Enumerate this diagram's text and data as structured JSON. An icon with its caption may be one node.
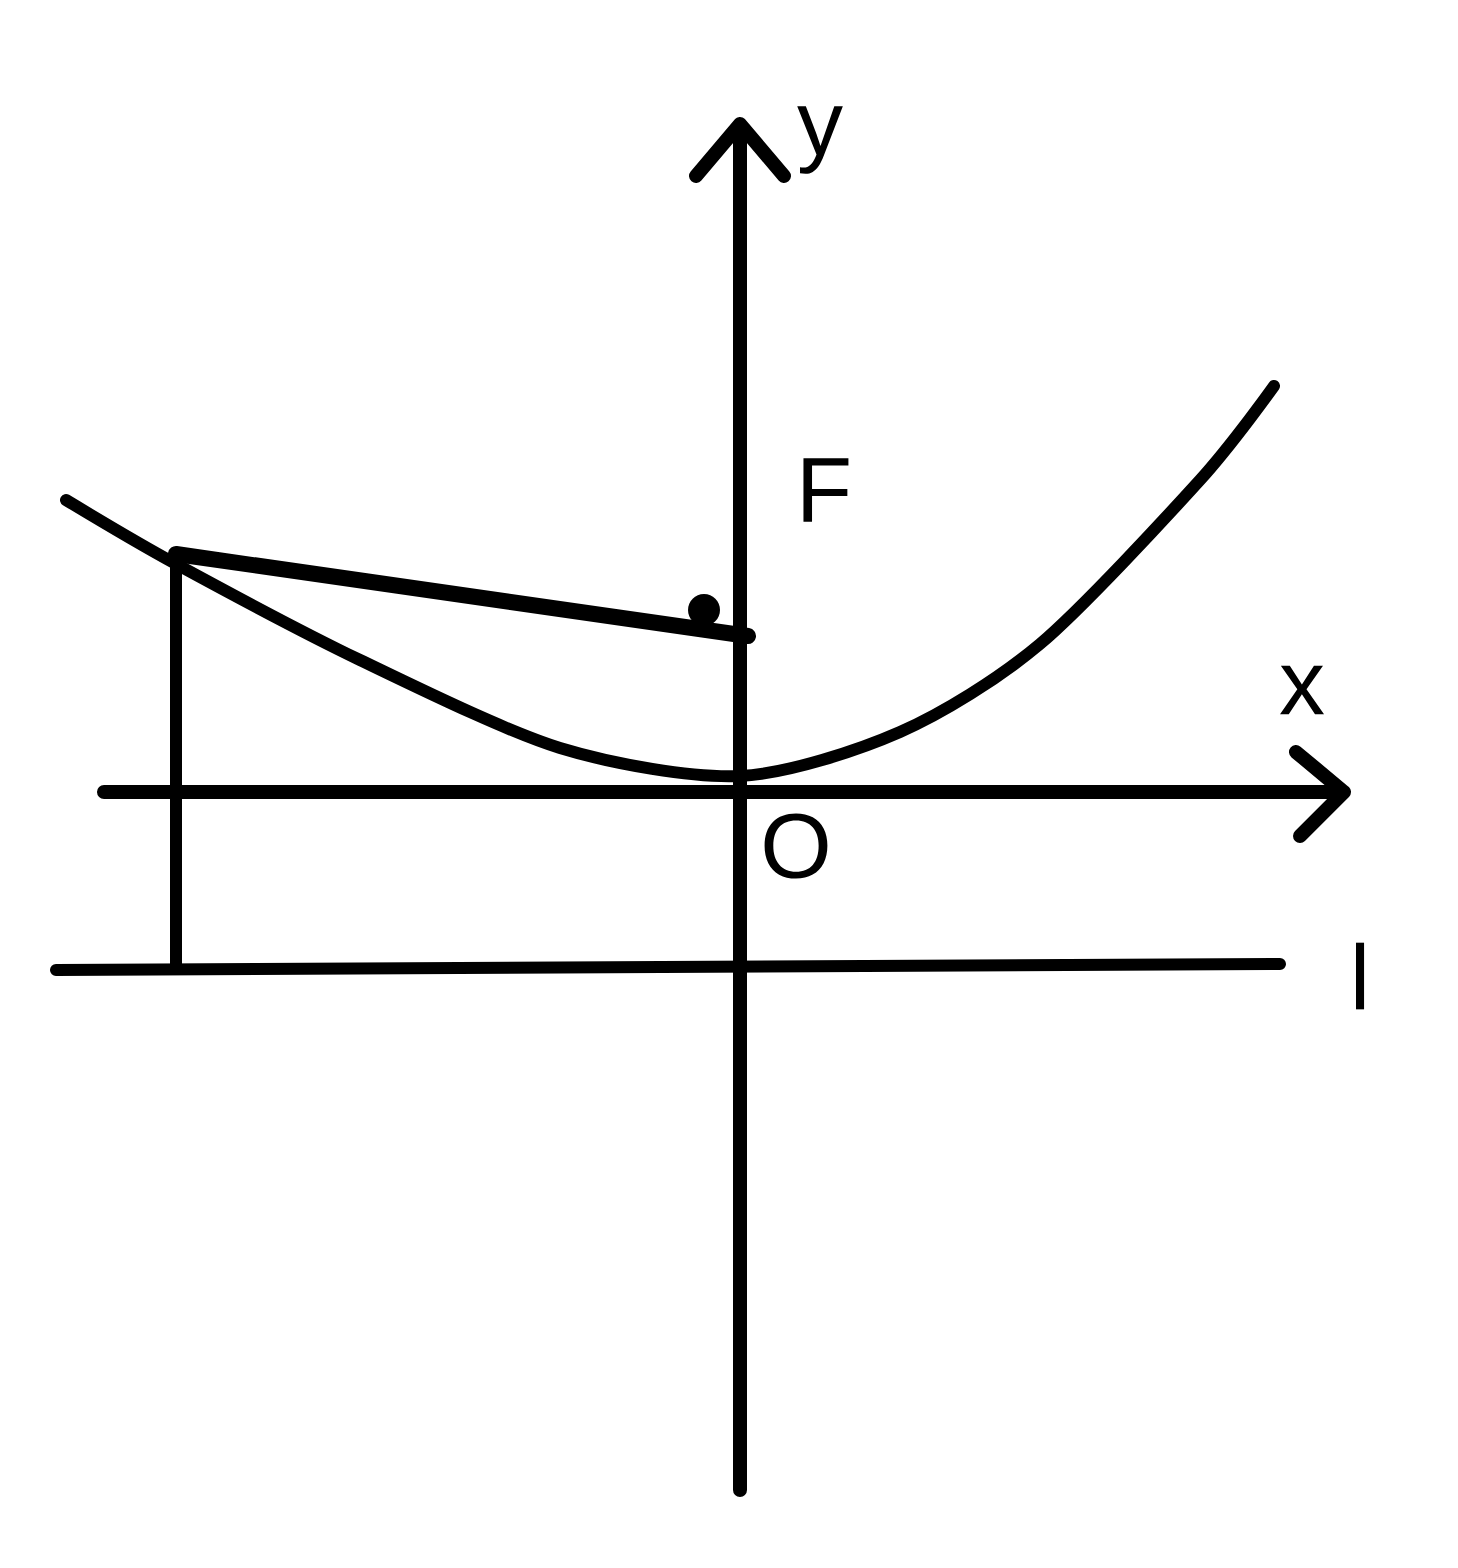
{
  "diagram": {
    "labels": [
      "y",
      "F",
      "x",
      "O",
      "l"
    ]
  }
}
